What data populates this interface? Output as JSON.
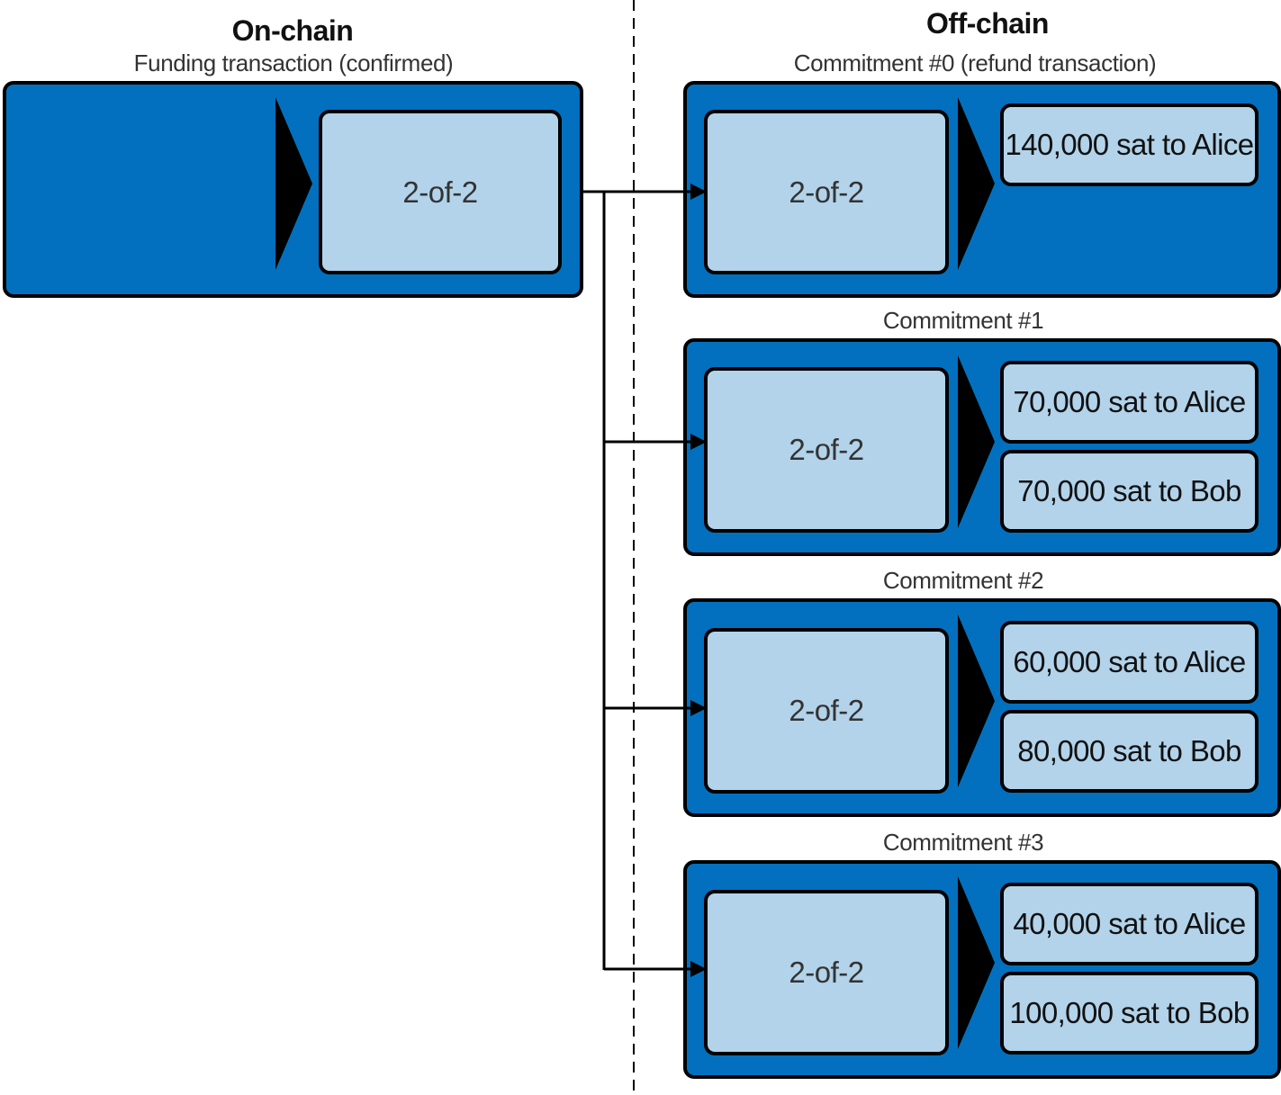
{
  "headings": {
    "on_chain": "On-chain",
    "off_chain": "Off-chain"
  },
  "funding": {
    "caption": "Funding transaction (confirmed)",
    "script": "2-of-2"
  },
  "commitments": [
    {
      "caption": "Commitment #0 (refund transaction)",
      "script": "2-of-2",
      "outputs": [
        "140,000 sat to Alice"
      ]
    },
    {
      "caption": "Commitment #1",
      "script": "2-of-2",
      "outputs": [
        "70,000 sat to Alice",
        "70,000 sat to Bob"
      ]
    },
    {
      "caption": "Commitment #2",
      "script": "2-of-2",
      "outputs": [
        "60,000 sat to Alice",
        "80,000 sat to Bob"
      ]
    },
    {
      "caption": "Commitment #3",
      "script": "2-of-2",
      "outputs": [
        "40,000 sat to Alice",
        "100,000 sat to Bob"
      ]
    }
  ],
  "colors": {
    "transaction_fill": "#0270be",
    "script_fill": "#b2d3ea",
    "outline": "#000000"
  }
}
